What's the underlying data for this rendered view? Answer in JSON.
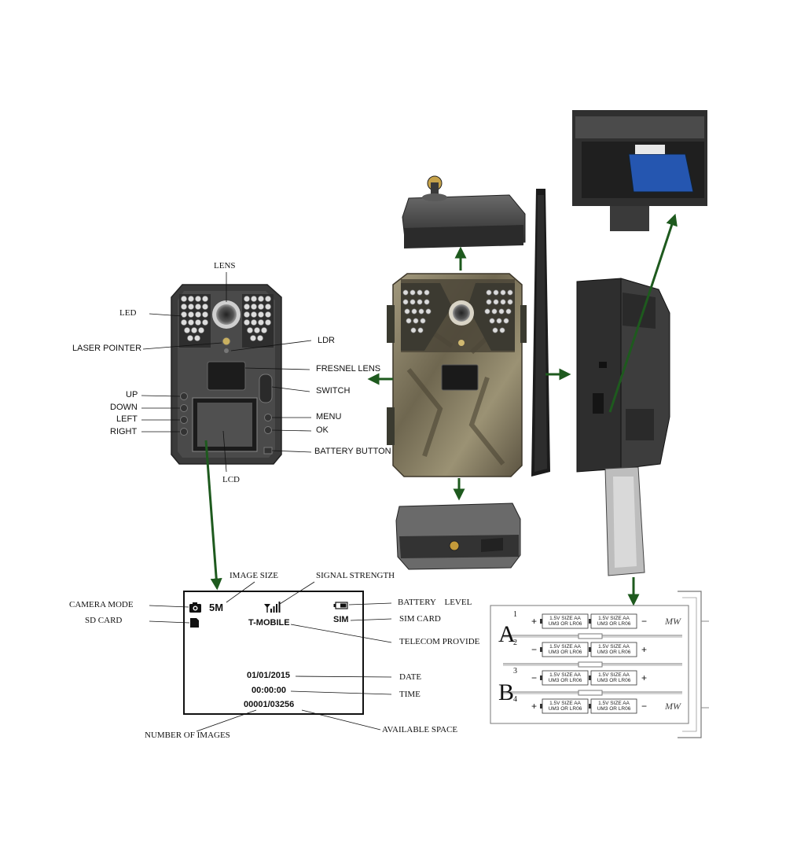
{
  "front_view": {
    "labels": {
      "led": "LED",
      "lens": "LENS",
      "laser_pointer": "LASER POINTER",
      "ldr": "LDR",
      "fresnel_lens": "FRESNEL LENS",
      "switch": "SWITCH",
      "up": "UP",
      "down": "DOWN",
      "left": "LEFT",
      "right": "RIGHT",
      "menu": "MENU",
      "ok": "OK",
      "battery_button": "BATTERY BUTTON",
      "lcd": "LCD"
    }
  },
  "lcd_screen": {
    "labels": {
      "image_size": "IMAGE SIZE",
      "signal_strength": "SIGNAL STRENGTH",
      "camera_mode": "CAMERA MODE",
      "sd_card": "SD CARD",
      "battery_level": "BATTERY    LEVEL",
      "sim_card": "SIM CARD",
      "telecom_provide": "TELECOM PROVIDE",
      "date": "DATE",
      "time": "TIME",
      "number_of_images": "NUMBER OF IMAGES",
      "available_space": "AVAILABLE SPACE"
    },
    "values": {
      "image_size": "5M",
      "sim": "SIM",
      "carrier": "T-MOBILE",
      "date": "01/01/2015",
      "time": "00:00:00",
      "counter": "00001/03256"
    }
  },
  "battery_tray": {
    "groups": [
      "A",
      "B"
    ],
    "rows": [
      {
        "index": "1",
        "left_sign": "+",
        "right_sign": "−"
      },
      {
        "index": "2",
        "left_sign": "−",
        "right_sign": "+"
      },
      {
        "index": "3",
        "left_sign": "−",
        "right_sign": "+"
      },
      {
        "index": "4",
        "left_sign": "+",
        "right_sign": "−"
      }
    ],
    "cell_line1": "1.5V SIZE AA",
    "cell_line2": "UM3 OR LR06",
    "spring_mark": "MW"
  },
  "colors": {
    "arrow": "#1e5a1e",
    "camo_base": "#8a8268",
    "body_dark": "#3a3a3a"
  }
}
